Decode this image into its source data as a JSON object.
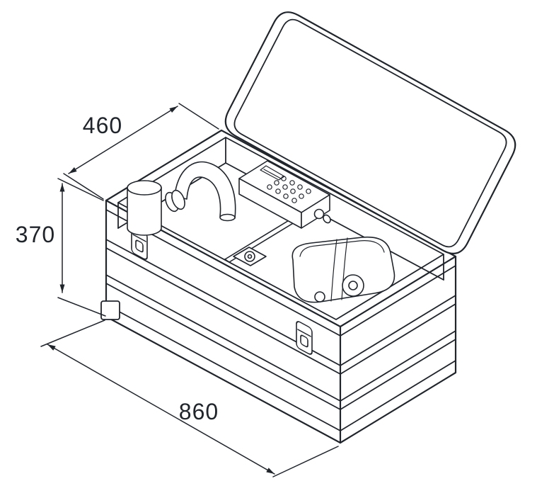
{
  "diagram": {
    "background": "#ffffff",
    "line_color": "#20242b",
    "dimensions": {
      "depth": "460",
      "height": "370",
      "length": "860"
    }
  }
}
